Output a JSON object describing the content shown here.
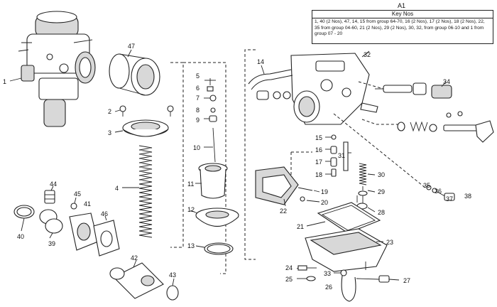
{
  "key_title": "A1",
  "key_header": "Key Nos",
  "key_text": "1, 40 (2 Nos), 47, 14, 15 from group 64-70, 16 (2 Nos), 17 (2 Nos), 18 (2 Nos), 22, 35 from group 04-60, 21 (2 Nos), 29 (2 Nos), 30, 32, from group 06-10 and 1 from group 07 - 20",
  "callouts": {
    "c1": "1",
    "c2": "2",
    "c3": "3",
    "c4": "4",
    "c5": "5",
    "c6": "6",
    "c7": "7",
    "c8": "8",
    "c9": "9",
    "c10": "10",
    "c11": "11",
    "c12": "12",
    "c13": "13",
    "c14": "14",
    "c15": "15",
    "c16": "16",
    "c17": "17",
    "c18": "18",
    "c19": "19",
    "c20": "20",
    "c21": "21",
    "c22": "22",
    "c23": "23",
    "c24": "24",
    "c25": "25",
    "c26": "26",
    "c27": "27",
    "c28": "28",
    "c29": "29",
    "c30": "30",
    "c31": "31",
    "c32": "32",
    "c33": "33",
    "c34": "34",
    "c35": "35",
    "c36": "36",
    "c37": "37",
    "c38": "38",
    "c39": "39",
    "c40": "40",
    "c41": "41",
    "c42": "42",
    "c43": "43",
    "c44": "44",
    "c45": "45",
    "c46": "46",
    "c47": "47"
  }
}
